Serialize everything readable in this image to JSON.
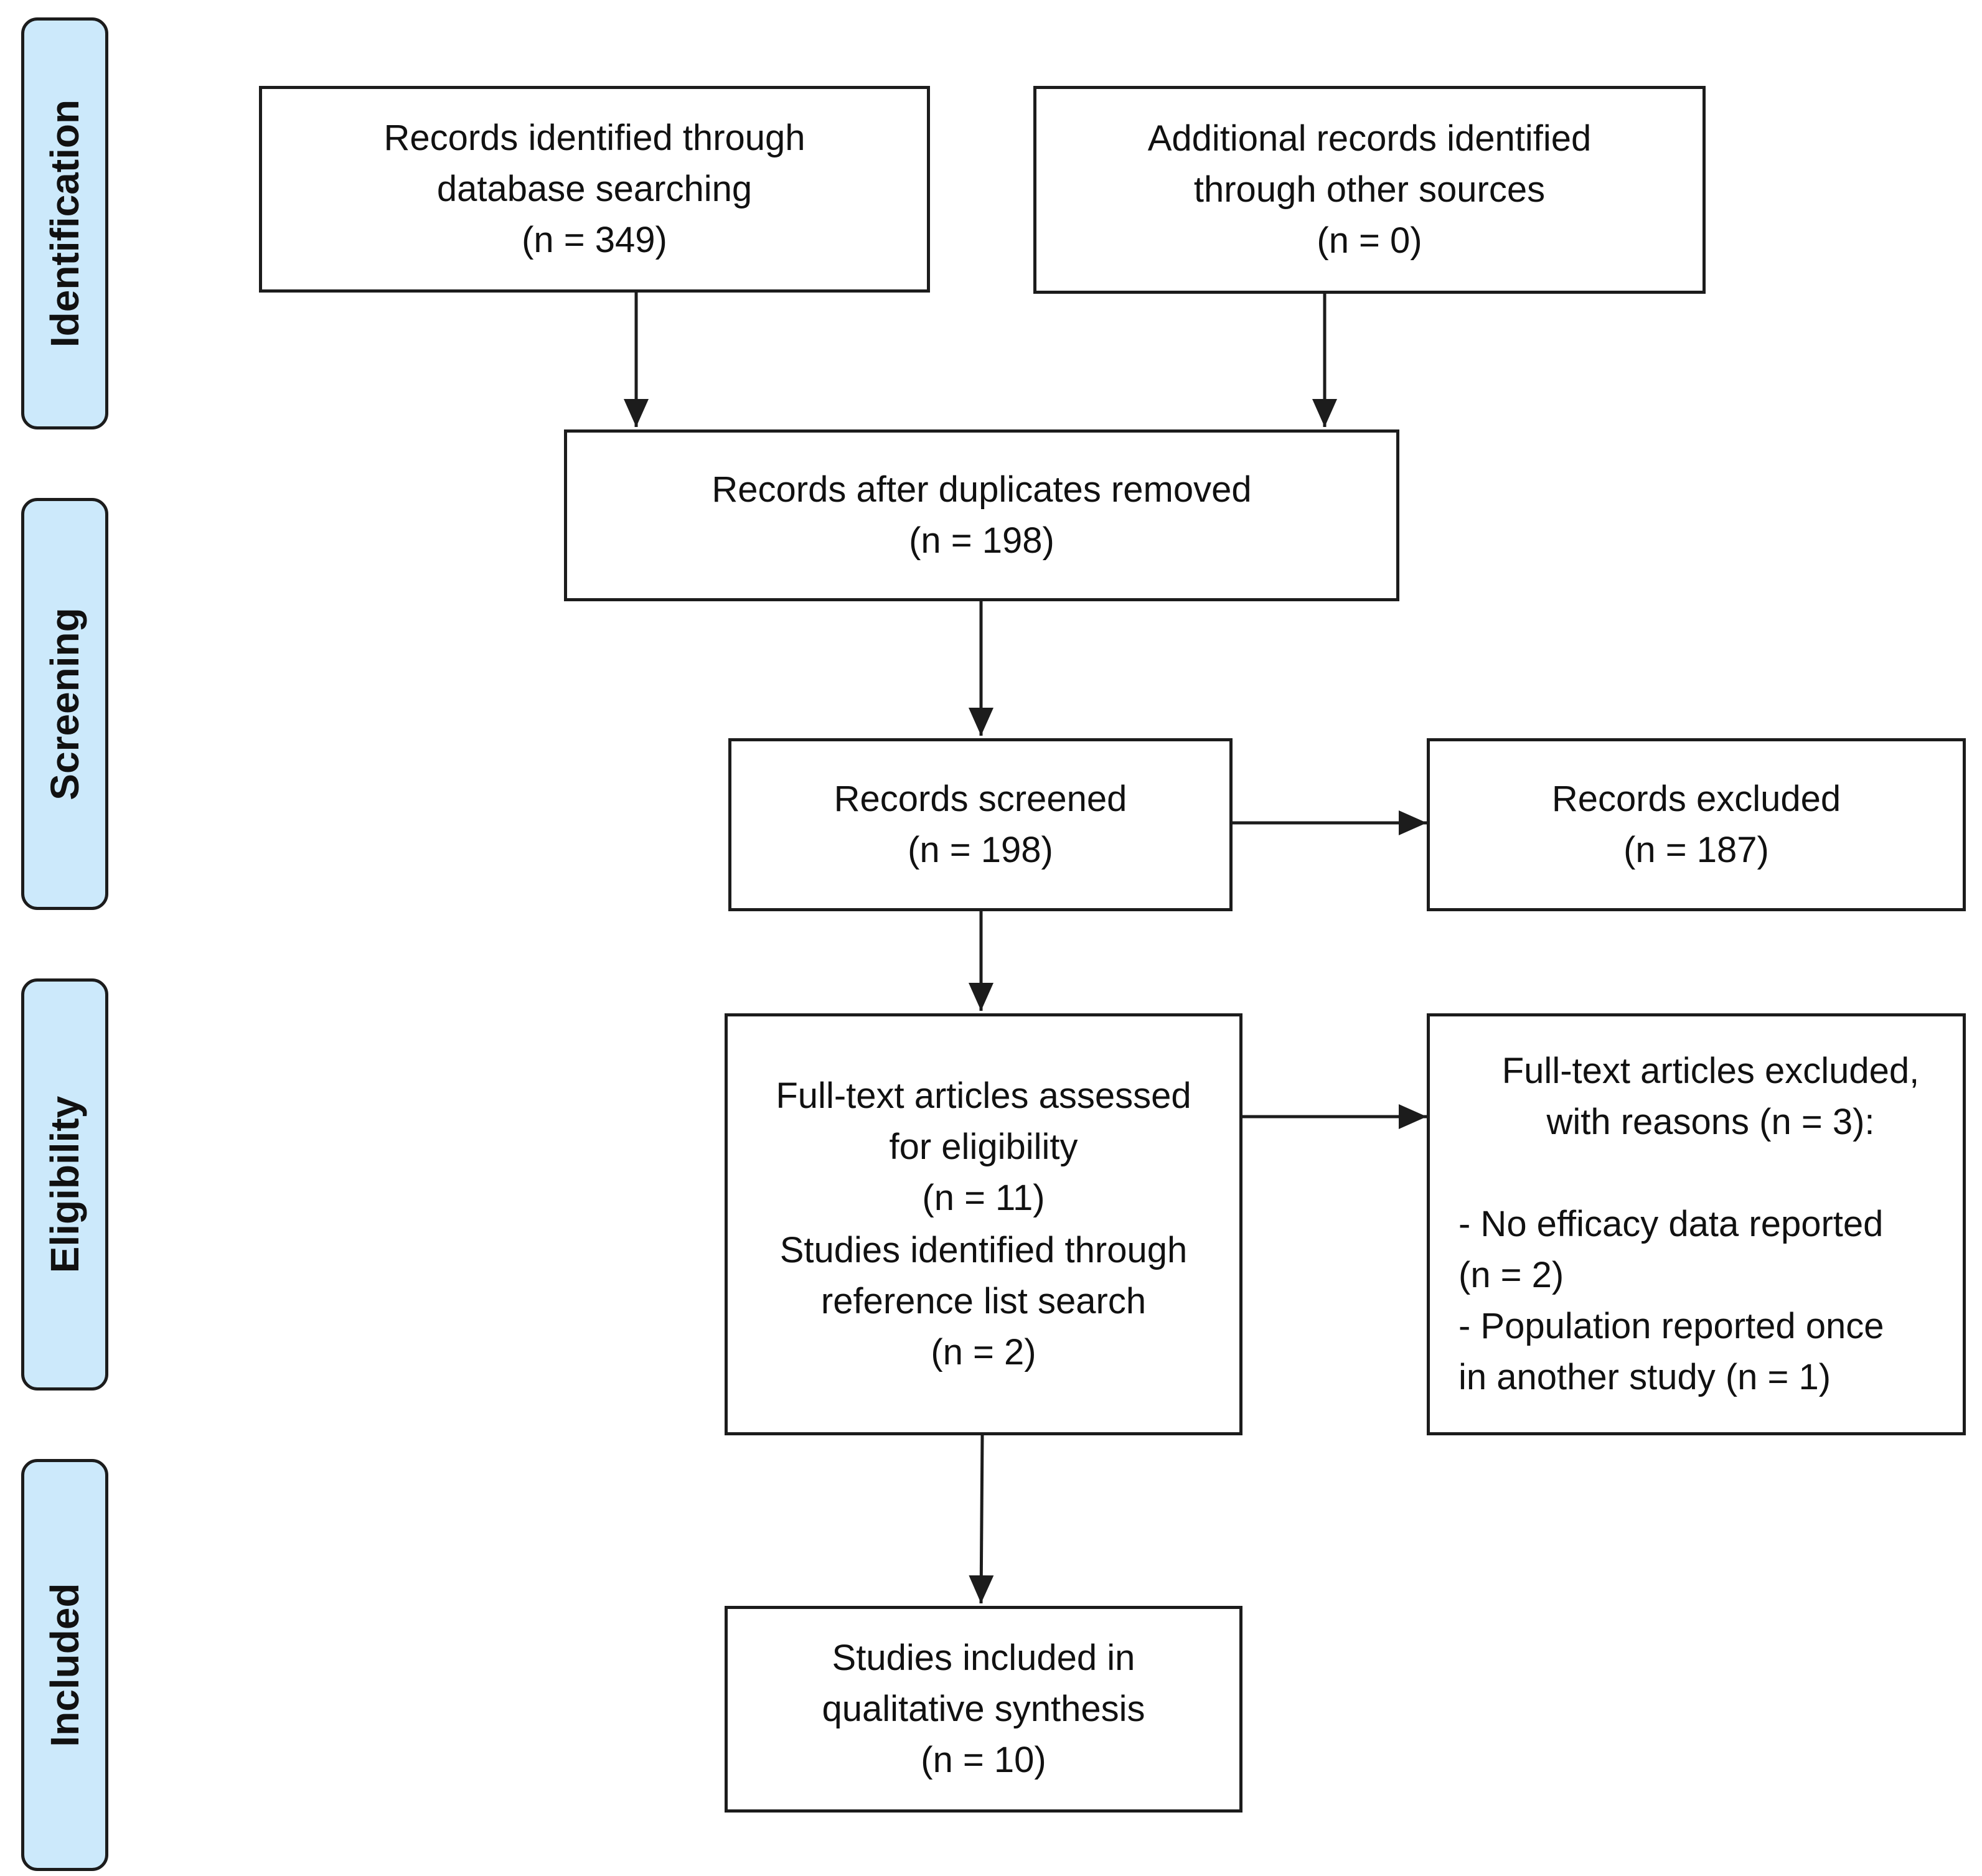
{
  "stages": {
    "identification": "Identification",
    "screening": "Screening",
    "eligibility": "Eligibility",
    "included": "Included"
  },
  "boxes": {
    "database_search": {
      "lines": [
        "Records identified through",
        "database searching",
        "(n = 349)"
      ]
    },
    "other_sources": {
      "lines": [
        "Additional records identified",
        "through other sources",
        "(n = 0)"
      ]
    },
    "duplicates_removed": {
      "lines": [
        "Records after duplicates removed",
        "(n = 198)"
      ]
    },
    "screened": {
      "lines": [
        "Records screened",
        "(n = 198)"
      ]
    },
    "excluded": {
      "lines": [
        "Records excluded",
        "(n = 187)"
      ]
    },
    "full_text_assessed": {
      "lines": [
        "Full-text articles assessed",
        "for eligibility",
        "(n = 11)",
        "Studies identified through",
        "reference list search",
        "(n = 2)"
      ]
    },
    "full_text_excluded": {
      "heading": [
        "Full-text articles excluded,",
        "with reasons (n = 3):"
      ],
      "reasons": [
        "- No efficacy data reported",
        "(n = 2)",
        "- Population reported once",
        "in another study (n = 1)"
      ]
    },
    "included_synthesis": {
      "lines": [
        "Studies included in",
        "qualitative synthesis",
        "(n = 10)"
      ]
    }
  },
  "colors": {
    "stage_fill": "#cce9fb",
    "stroke": "#1c1c1c"
  }
}
